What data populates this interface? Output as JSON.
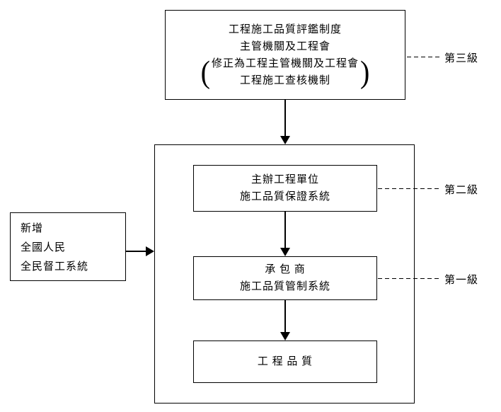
{
  "diagram": {
    "top_box": {
      "line1": "工程施工品質評鑑制度",
      "line2": "主管機關及工程會",
      "line3": "修正為工程主管機關及工程會",
      "line4": "工程施工查核機制",
      "open_paren": "(",
      "close_paren": ")"
    },
    "container": {
      "supervising_unit_box": {
        "line1": "主辦工程單位",
        "line2": "施工品質保證系統"
      },
      "contractor_box": {
        "line1": "承 包 商",
        "line2": "施工品質管制系統"
      },
      "quality_box": {
        "line1": "工 程 品 質"
      }
    },
    "left_box": {
      "line1": "新增",
      "line2": "全國人民",
      "line3": "全民督工系統"
    },
    "level_labels": {
      "level3": "第三級",
      "level2": "第二級",
      "level1": "第一級"
    },
    "colors": {
      "line": "#000000",
      "background": "#ffffff"
    }
  }
}
